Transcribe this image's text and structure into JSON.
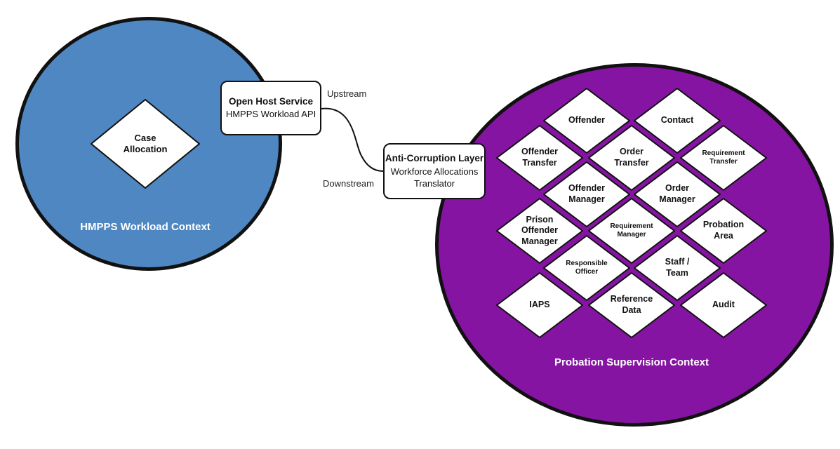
{
  "hmpps_context": {
    "name": "HMPPS Workload Context",
    "fill": "#4f87c2",
    "domain": {
      "label": "Case\nAllocation"
    }
  },
  "open_host_service": {
    "title": "Open Host Service",
    "line1": "HMPPS Workload API"
  },
  "anti_corruption_layer": {
    "title": "Anti-Corruption Layer",
    "line1": "Workforce Allocations",
    "line2": "Translator"
  },
  "relationship": {
    "upstream": "Upstream",
    "downstream": "Downstream"
  },
  "probation_context": {
    "name": "Probation Supervision Context",
    "fill": "#8614a3",
    "domains": [
      {
        "id": "offender",
        "label": "Offender"
      },
      {
        "id": "contact",
        "label": "Contact"
      },
      {
        "id": "offender-transfer",
        "label": "Offender\nTransfer"
      },
      {
        "id": "order-transfer",
        "label": "Order\nTransfer"
      },
      {
        "id": "requirement-transfer",
        "label": "Requirement\nTransfer"
      },
      {
        "id": "offender-manager",
        "label": "Offender\nManager"
      },
      {
        "id": "order-manager",
        "label": "Order\nManager"
      },
      {
        "id": "prison-offender-manager",
        "label": "Prison\nOffender\nManager"
      },
      {
        "id": "requirement-manager",
        "label": "Requirement\nManager"
      },
      {
        "id": "probation-area",
        "label": "Probation\nArea"
      },
      {
        "id": "responsible-officer",
        "label": "Responsible\nOfficer"
      },
      {
        "id": "staff-team",
        "label": "Staff /\nTeam"
      },
      {
        "id": "iaps",
        "label": "IAPS"
      },
      {
        "id": "reference-data",
        "label": "Reference\nData"
      },
      {
        "id": "audit",
        "label": "Audit"
      }
    ]
  }
}
